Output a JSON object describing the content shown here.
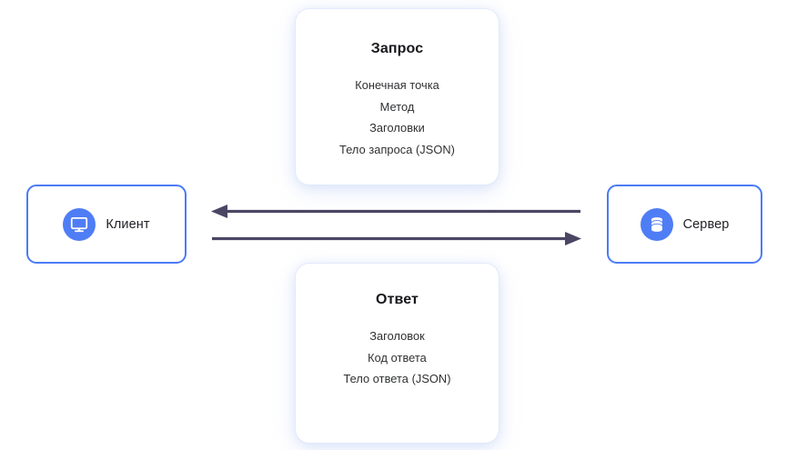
{
  "diagram": {
    "title": "Client-Server HTTP request/response diagram",
    "background_color": "#ffffff",
    "nodes": [
      {
        "id": "client",
        "label": "Клиент",
        "icon": "monitor-icon",
        "border_color": "#4b7bf5",
        "icon_bg_color": "#4f7df5"
      },
      {
        "id": "server",
        "label": "Сервер",
        "icon": "database-icon",
        "border_color": "#4b7bf5",
        "icon_bg_color": "#4f7df5"
      }
    ],
    "cards": [
      {
        "id": "request",
        "title": "Запрос",
        "lines": [
          "Конечная точка",
          "Метод",
          "Заголовки",
          "Тело запроса (JSON)"
        ]
      },
      {
        "id": "response",
        "title": "Ответ",
        "lines": [
          "Заголовок",
          "Код ответа",
          "Тело ответа (JSON)"
        ]
      }
    ],
    "arrows": [
      {
        "id": "response-arrow",
        "direction": "left",
        "from": "server",
        "to": "client",
        "color": "#4a4663"
      },
      {
        "id": "request-arrow",
        "direction": "right",
        "from": "client",
        "to": "server",
        "color": "#4a4663"
      }
    ]
  }
}
